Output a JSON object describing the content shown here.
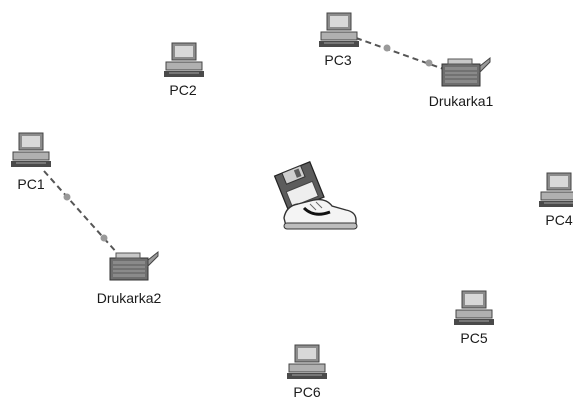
{
  "devices": [
    {
      "id": "pc1",
      "type": "pc",
      "label": "PC1"
    },
    {
      "id": "pc2",
      "type": "pc",
      "label": "PC2"
    },
    {
      "id": "pc3",
      "type": "pc",
      "label": "PC3"
    },
    {
      "id": "pc4",
      "type": "pc",
      "label": "PC4"
    },
    {
      "id": "pc5",
      "type": "pc",
      "label": "PC5"
    },
    {
      "id": "pc6",
      "type": "pc",
      "label": "PC6"
    },
    {
      "id": "drukarka1",
      "type": "printer",
      "label": "Drukarka1"
    },
    {
      "id": "drukarka2",
      "type": "printer",
      "label": "Drukarka2"
    }
  ],
  "connections": [
    {
      "from": "PC3",
      "to": "Drukarka1",
      "style": "dashed"
    },
    {
      "from": "PC1",
      "to": "Drukarka2",
      "style": "dashed"
    }
  ],
  "center_icon": "sneakernet-floppy-shoe-icon",
  "colors": {
    "link": "#555555",
    "link_dot": "#9a9a9a",
    "device_body": "#8c8c8c",
    "device_dark": "#4a4a4a",
    "screen": "#d8d8d8"
  }
}
